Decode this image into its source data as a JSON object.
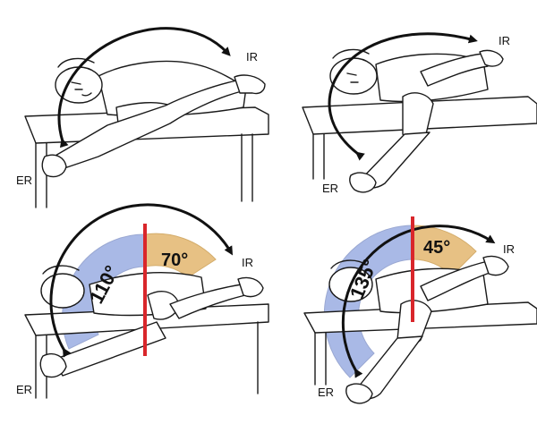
{
  "panels": [
    {
      "id": "top-left",
      "ir_label": "IR",
      "er_label": "ER"
    },
    {
      "id": "top-right",
      "ir_label": "IR",
      "er_label": "ER"
    },
    {
      "id": "bottom-left",
      "ir_label": "IR",
      "er_label": "ER",
      "er_arc_degrees": "110°",
      "ir_arc_degrees": "70°"
    },
    {
      "id": "bottom-right",
      "ir_label": "IR",
      "er_label": "ER",
      "er_arc_degrees": "135°",
      "ir_arc_degrees": "45°"
    }
  ],
  "colors": {
    "er_sector": "#a9b9e6",
    "ir_sector": "#e7c184",
    "vertical_line": "#d9262b",
    "outline": "#1a1a1a"
  }
}
